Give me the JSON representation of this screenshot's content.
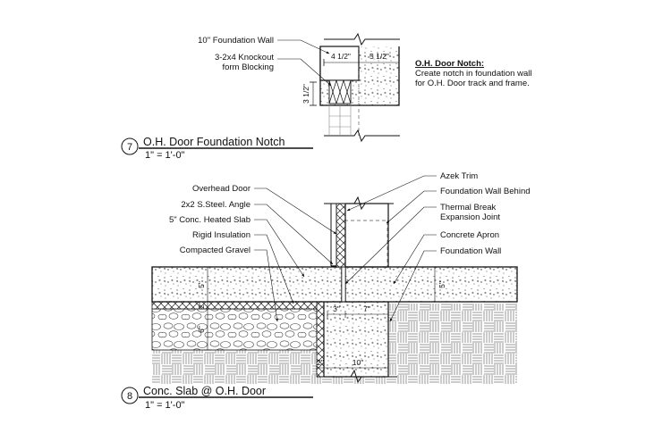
{
  "detail7": {
    "number": "7",
    "title": "O.H. Door Foundation Notch",
    "scale": "1\" = 1'-0\"",
    "labels": {
      "foundation_wall": "10\" Foundation Wall",
      "knockout_line1": "3-2x4 Knockout",
      "knockout_line2": "form Blocking"
    },
    "dims": {
      "a": "4 1/2\"",
      "b": "5 1/2\"",
      "c": "3 1/2\""
    },
    "note_title": "O.H. Door Notch:",
    "note_line1": "Create notch in foundation wall",
    "note_line2": "for O.H. Door track and frame."
  },
  "detail8": {
    "number": "8",
    "title": "Conc. Slab @ O.H. Door",
    "scale": "1\" = 1'-0\"",
    "labels_left": {
      "overhead_door": "Overhead Door",
      "steel_angle": "2x2 S.Steel. Angle",
      "heated_slab": "5\" Conc. Heated Slab",
      "rigid_insulation": "Rigid Insulation",
      "compacted_gravel": "Compacted Gravel"
    },
    "labels_right": {
      "azek_trim": "Azek Trim",
      "wall_behind": "Foundation Wall Behind",
      "thermal_line1": "Thermal Break",
      "thermal_line2": "Expansion Joint",
      "concrete_apron": "Concrete Apron",
      "foundation_wall": "Foundation Wall"
    },
    "dims": {
      "slab_left": "5\"",
      "insul": "2\"",
      "gravel": "6\"",
      "gap": "3\"",
      "wall_top": "7\"",
      "slab_right": "5\"",
      "wall_insul": "2\"",
      "wall_width": "10\""
    }
  }
}
